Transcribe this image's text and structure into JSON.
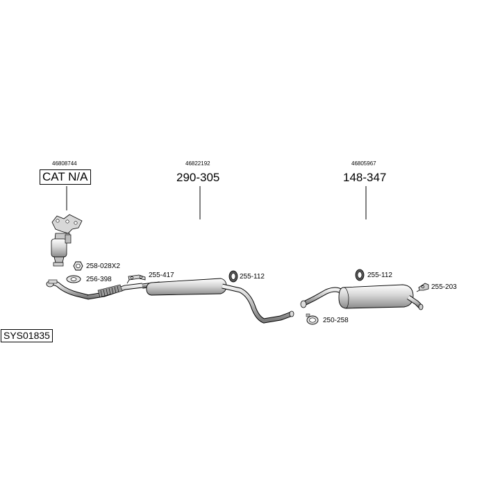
{
  "groups": [
    {
      "oe_number": "46808744",
      "reference": "CAT N/A"
    },
    {
      "oe_number": "46822192",
      "reference": "290-305"
    },
    {
      "oe_number": "46805967",
      "reference": "148-347"
    }
  ],
  "parts": {
    "clamp_hex": "258-028X2",
    "gasket_front": "256-398",
    "bracket_front": "255-417",
    "rubber_mount_mid": "255-112",
    "clamp_mid": "250-258",
    "rubber_mount_rear": "255-112",
    "bracket_rear": "255-203"
  },
  "system_code": "SYS01835"
}
